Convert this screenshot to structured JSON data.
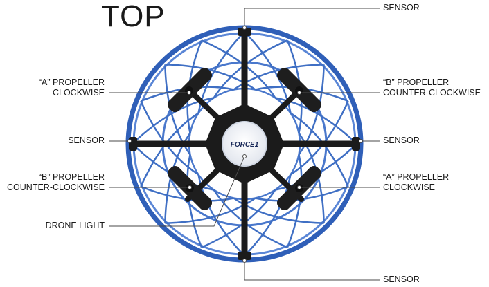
{
  "title": "TOP",
  "brand_logo": "FORCE1",
  "labels": {
    "sensor_top": "SENSOR",
    "sensor_bottom": "SENSOR",
    "sensor_left": "SENSOR",
    "sensor_right": "SENSOR",
    "prop_a_top_left": [
      "“A” PROPELLER",
      "CLOCKWISE"
    ],
    "prop_b_top_right": [
      "“B” PROPELLER",
      "COUNTER-CLOCKWISE"
    ],
    "prop_b_bottom_left": [
      "“B” PROPELLER",
      "COUNTER-CLOCKWISE"
    ],
    "prop_a_bottom_right": [
      "“A” PROPELLER",
      "CLOCKWISE"
    ],
    "drone_light": "DRONE LIGHT"
  },
  "colors": {
    "cage": "#3f6fc4",
    "cage_dark": "#1f3f8a",
    "frame": "#1b1b1b",
    "leader": "#4a4a4a",
    "text": "#1a1a1a"
  }
}
